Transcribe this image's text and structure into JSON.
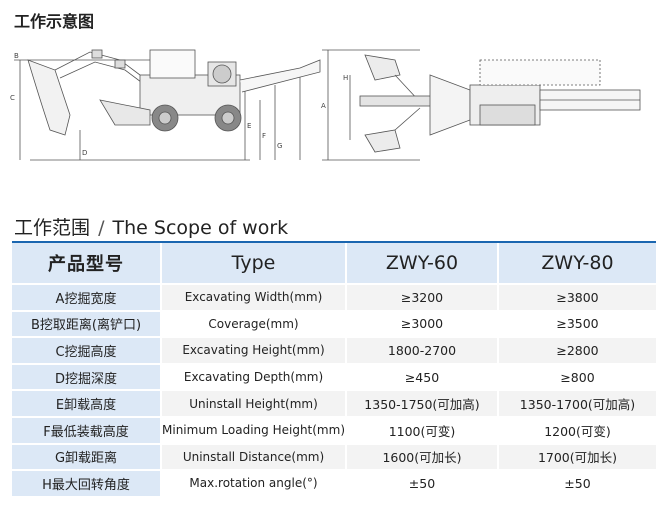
{
  "section1_title": "工作示意图",
  "diagram": {
    "left_labels": [
      "B",
      "C",
      "D",
      "E",
      "F",
      "G"
    ],
    "right_labels": [
      "H",
      "A"
    ]
  },
  "section2": {
    "title_cn": "工作范围",
    "separator": "/",
    "title_en": "The Scope of work"
  },
  "table": {
    "headers": [
      "产品型号",
      "Type",
      "ZWY-60",
      "ZWY-80"
    ],
    "rows": [
      {
        "cn": "A挖掘宽度",
        "en": "Excavating Width(mm)",
        "v60": "≥3200",
        "v80": "≥3800"
      },
      {
        "cn": "B挖取距离(离铲口)",
        "en": "Coverage(mm)",
        "v60": "≥3000",
        "v80": "≥3500"
      },
      {
        "cn": "C挖掘高度",
        "en": "Excavating Height(mm)",
        "v60": "1800-2700",
        "v80": "≥2800"
      },
      {
        "cn": "D挖掘深度",
        "en": "Excavating Depth(mm)",
        "v60": "≥450",
        "v80": "≥800"
      },
      {
        "cn": "E卸载高度",
        "en": "Uninstall Height(mm)",
        "v60": "1350-1750(可加高)",
        "v80": "1350-1700(可加高)"
      },
      {
        "cn": "F最低装载高度",
        "en": "Minimum Loading Height(mm)",
        "v60": "1100(可变)",
        "v80": "1200(可变)"
      },
      {
        "cn": "G卸载距离",
        "en": "Uninstall Distance(mm)",
        "v60": "1600(可加长)",
        "v80": "1700(可加长)"
      },
      {
        "cn": "H最大回转角度",
        "en": "Max.rotation angle(°)",
        "v60": "±50",
        "v80": "±50"
      }
    ]
  }
}
